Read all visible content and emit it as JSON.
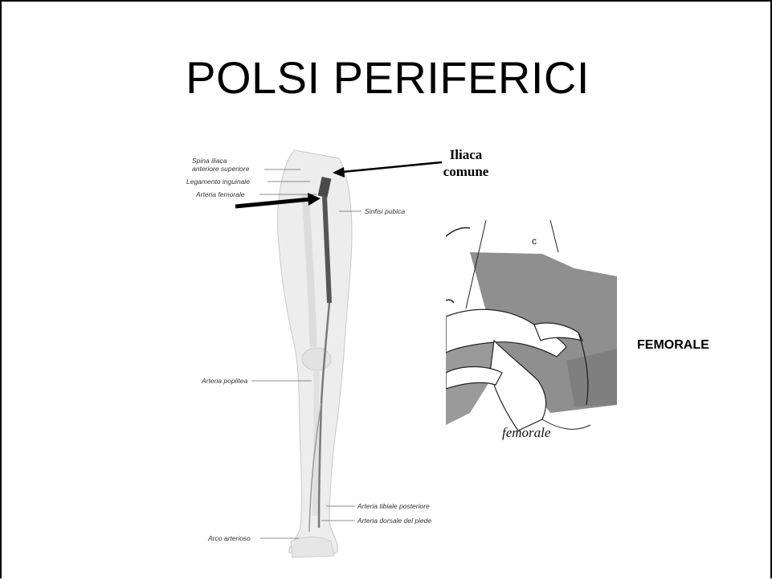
{
  "slide": {
    "title": "POLSI PERIFERICI",
    "callout_line1": "Iliaca",
    "callout_line2": "comune",
    "side_label": "FEMORALE"
  },
  "anatomy_labels": {
    "spina_line1": "Spina iliaca",
    "spina_line2": "anteriore superiore",
    "legamento": "Legamento inguinale",
    "femorale": "Arteria femorale",
    "sinfisi": "Sinfisi pubica",
    "poplitea": "Arteria poplitea",
    "tibiale": "Arteria tibiale posteriore",
    "dorsale": "Arteria dorsale del piede",
    "arco": "Arco arterioso"
  },
  "photo": {
    "letter": "c",
    "caption": "femorale"
  },
  "colors": {
    "artery": "#555555",
    "leg_fill": "#ededed",
    "arrow": "#000000"
  }
}
